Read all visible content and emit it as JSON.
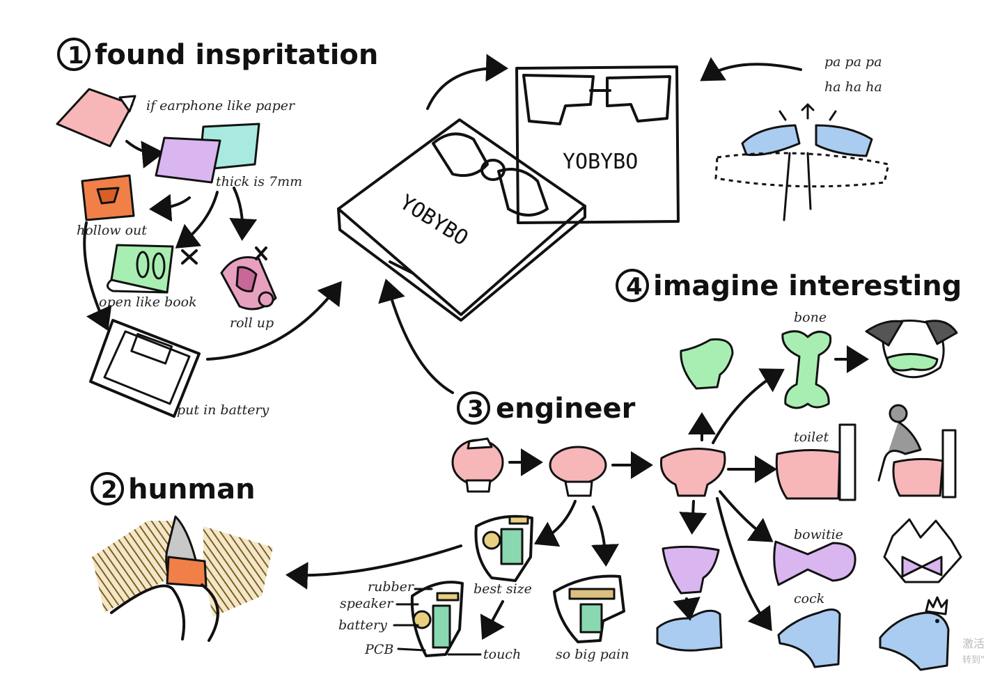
{
  "sections": {
    "found": {
      "number": "1",
      "title": "found inspritation"
    },
    "human": {
      "number": "2",
      "title": "hunman"
    },
    "engineer": {
      "number": "3",
      "title": "engineer"
    },
    "imagine": {
      "number": "4",
      "title": "imagine interesting"
    }
  },
  "inspiration_labels": {
    "paper": "if earphone like paper",
    "thick": "thick is 7mm",
    "hollow": "hollow out",
    "book": "open like book",
    "roll": "roll up",
    "battery": "put in battery"
  },
  "product": {
    "brand_green": "YOBYBO",
    "brand_pink": "YOBYBO",
    "sound_line1": "pa pa pa",
    "sound_line2": "ha ha  ha"
  },
  "engineer_labels": {
    "rubber": "rubber",
    "speaker": "speaker",
    "battery": "battery",
    "pcb": "PCB",
    "best_size": "best size",
    "touch": "touch",
    "big_pain": "so big pain"
  },
  "imagine_labels": {
    "bone": "bone",
    "toilet": "toilet",
    "bowtie": "bowitie",
    "cock": "cock"
  },
  "watermark": {
    "line1": "激活",
    "line2": "转到\""
  },
  "colors": {
    "pink": "#f7b6b8",
    "green": "#a8eeb2",
    "purple": "#d9b6f0",
    "blue": "#a9ccf0",
    "teal": "#a8eadf",
    "orange": "#f08048",
    "tan": "#c8a050",
    "skin": "#f5a070"
  }
}
